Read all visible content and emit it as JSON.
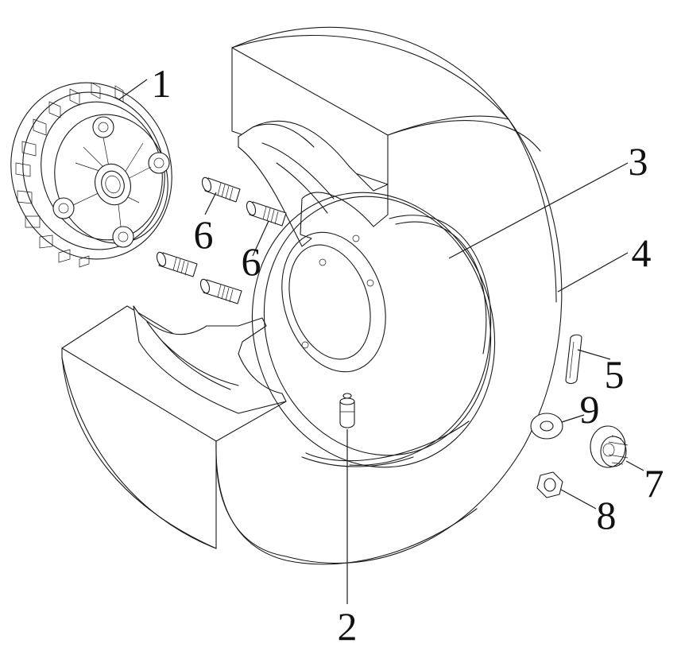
{
  "diagram": {
    "callouts": [
      {
        "id": "1",
        "label": "1",
        "part": "hub"
      },
      {
        "id": "2",
        "label": "2",
        "part": "valve"
      },
      {
        "id": "3",
        "label": "3",
        "part": "rim"
      },
      {
        "id": "4",
        "label": "4",
        "part": "tire"
      },
      {
        "id": "5",
        "label": "5",
        "part": "cotter-pin"
      },
      {
        "id": "6a",
        "label": "6",
        "part": "stud"
      },
      {
        "id": "6b",
        "label": "6",
        "part": "stud"
      },
      {
        "id": "7",
        "label": "7",
        "part": "castle-nut"
      },
      {
        "id": "8",
        "label": "8",
        "part": "lug-nut"
      },
      {
        "id": "9",
        "label": "9",
        "part": "washer"
      }
    ]
  }
}
